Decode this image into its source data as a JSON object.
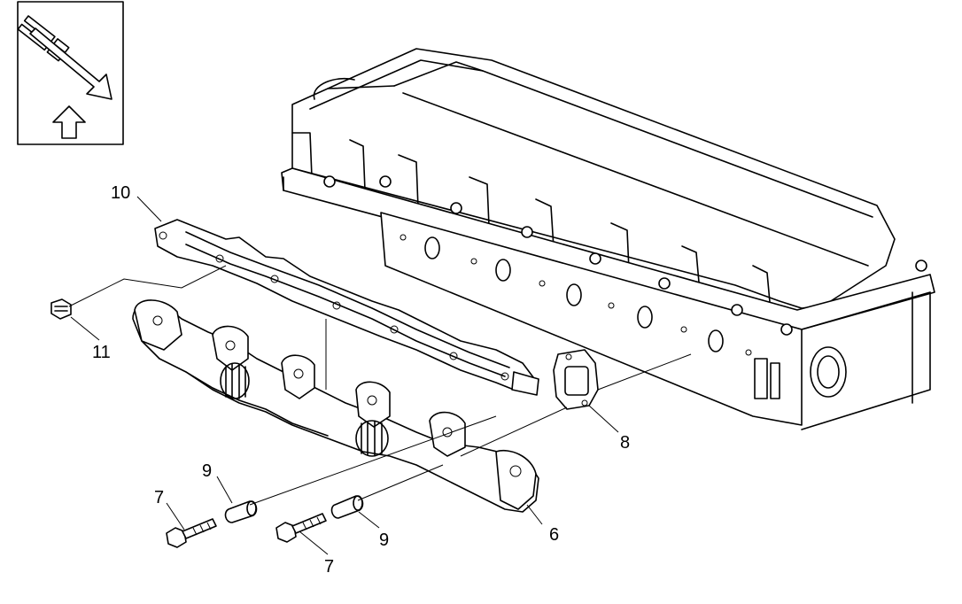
{
  "callouts": [
    {
      "id": "c10",
      "text": "10"
    },
    {
      "id": "c11",
      "text": "11"
    },
    {
      "id": "c8",
      "text": "8"
    },
    {
      "id": "c9a",
      "text": "9"
    },
    {
      "id": "c9b",
      "text": "9"
    },
    {
      "id": "c7a",
      "text": "7"
    },
    {
      "id": "c7b",
      "text": "7"
    },
    {
      "id": "c6",
      "text": "6"
    }
  ],
  "icons": {
    "view_indicator": "view-direction-icon"
  },
  "colors": {
    "line": "#000000",
    "background": "#ffffff"
  }
}
